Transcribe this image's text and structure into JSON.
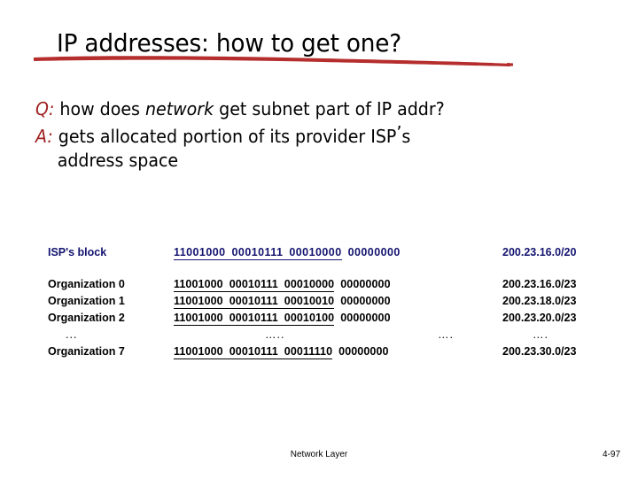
{
  "slide": {
    "title": "IP addresses: how to get one?",
    "accent_rule_color": "#b52d2d"
  },
  "body": {
    "q_tag": "Q:",
    "q_text_before": " how does ",
    "q_text_italic": "network",
    "q_text_after": " get subnet part of IP addr?",
    "a_tag": "A:",
    "a_text": " gets allocated portion of its provider ISP",
    "a_apostrophe": "’",
    "a_text_tail": "s",
    "a_text_line2": "address space"
  },
  "table": {
    "rows": [
      {
        "label": "ISP's block",
        "octets": [
          "11001000",
          "00010111",
          "00010000",
          "00000000"
        ],
        "prefix_bits": 20,
        "address": "200.23.16.0/20",
        "color": "#141470",
        "kind": "isp"
      },
      {
        "label": "Organization 0",
        "octets": [
          "11001000",
          "00010111",
          "00010000",
          "00000000"
        ],
        "prefix_bits": 23,
        "address": "200.23.16.0/23",
        "color": "#000000",
        "kind": "org"
      },
      {
        "label": "Organization 1",
        "octets": [
          "11001000",
          "00010111",
          "00010010",
          "00000000"
        ],
        "prefix_bits": 23,
        "address": "200.23.18.0/23",
        "color": "#000000",
        "kind": "org"
      },
      {
        "label": "Organization 2",
        "octets": [
          "11001000",
          "00010111",
          "00010100",
          "00000000"
        ],
        "prefix_bits": 23,
        "address": "200.23.20.0/23",
        "color": "#000000",
        "kind": "org"
      },
      {
        "label": "Organization 7",
        "octets": [
          "11001000",
          "00010111",
          "00011110",
          "00000000"
        ],
        "prefix_bits": 23,
        "address": "200.23.30.0/23",
        "color": "#000000",
        "kind": "org"
      }
    ],
    "ellipsis": {
      "label_dots": "...",
      "binary_dots": "…..",
      "octet4_dots": "….",
      "address_dots": "…."
    }
  },
  "footer": {
    "center": "Network Layer",
    "page": "4-97"
  }
}
